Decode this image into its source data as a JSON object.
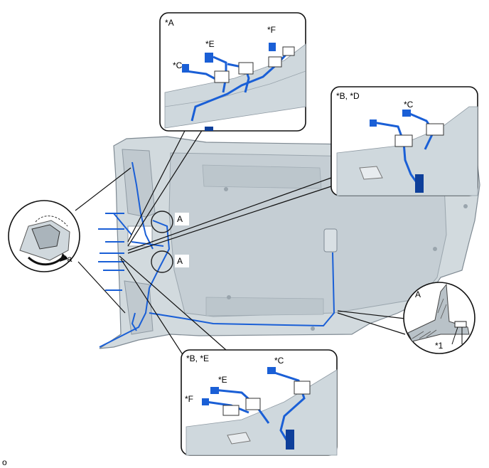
{
  "callouts": {
    "top": "*A",
    "right": "*B, *D",
    "bottom": "*B, *E",
    "left_marker": "*a",
    "right_circle_label": "A",
    "right_circle_part": "*1"
  },
  "markers": {
    "c_top": "*C",
    "e_top": "*E",
    "f_top": "*F",
    "c_right": "*C",
    "c_bottom": "*C",
    "e_bottom": "*E",
    "f_bottom": "*F",
    "a_upper": "A",
    "a_lower": "A"
  },
  "footer": {
    "code": "o"
  },
  "colors": {
    "harness": "#1a5fd6",
    "harness_light": "#4d8ff0",
    "panel": "#c9d2d9",
    "panel_edge": "#8f9aa3"
  }
}
